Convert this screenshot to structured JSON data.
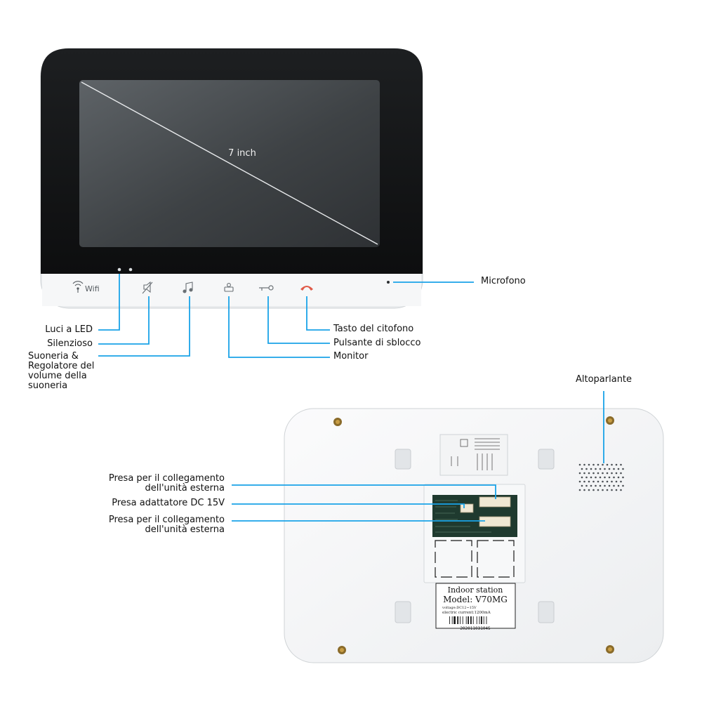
{
  "front": {
    "screen_size": "7 inch",
    "wifi_label": "Wifi",
    "callouts": {
      "led_lights": "Luci a LED",
      "mute": "Silenzioso",
      "ringtone_volume": "Suoneria & Regolatore del volume della suoneria",
      "intercom_key": "Tasto del citofono",
      "unlock_button": "Pulsante di sblocco",
      "monitor": "Monitor",
      "microphone": "Microfono"
    }
  },
  "back": {
    "callouts": {
      "speaker": "Altoparlante",
      "outdoor_port_1": "Presa per il collegamento dell'unità esterna",
      "dc_adapter_port": "Presa adattatore DC 15V",
      "outdoor_port_2": "Presa per il collegamento dell'unità esterna"
    },
    "label_plate": {
      "title": "Indoor station",
      "model": "Model: V70MG",
      "voltage": "voltage:DC12~15V",
      "current": "electric current:1200mA",
      "serial": "202011031045"
    }
  },
  "colors": {
    "callout_line": "#1aa3e8",
    "bezel": "#111111",
    "shell": "#f4f5f6"
  }
}
